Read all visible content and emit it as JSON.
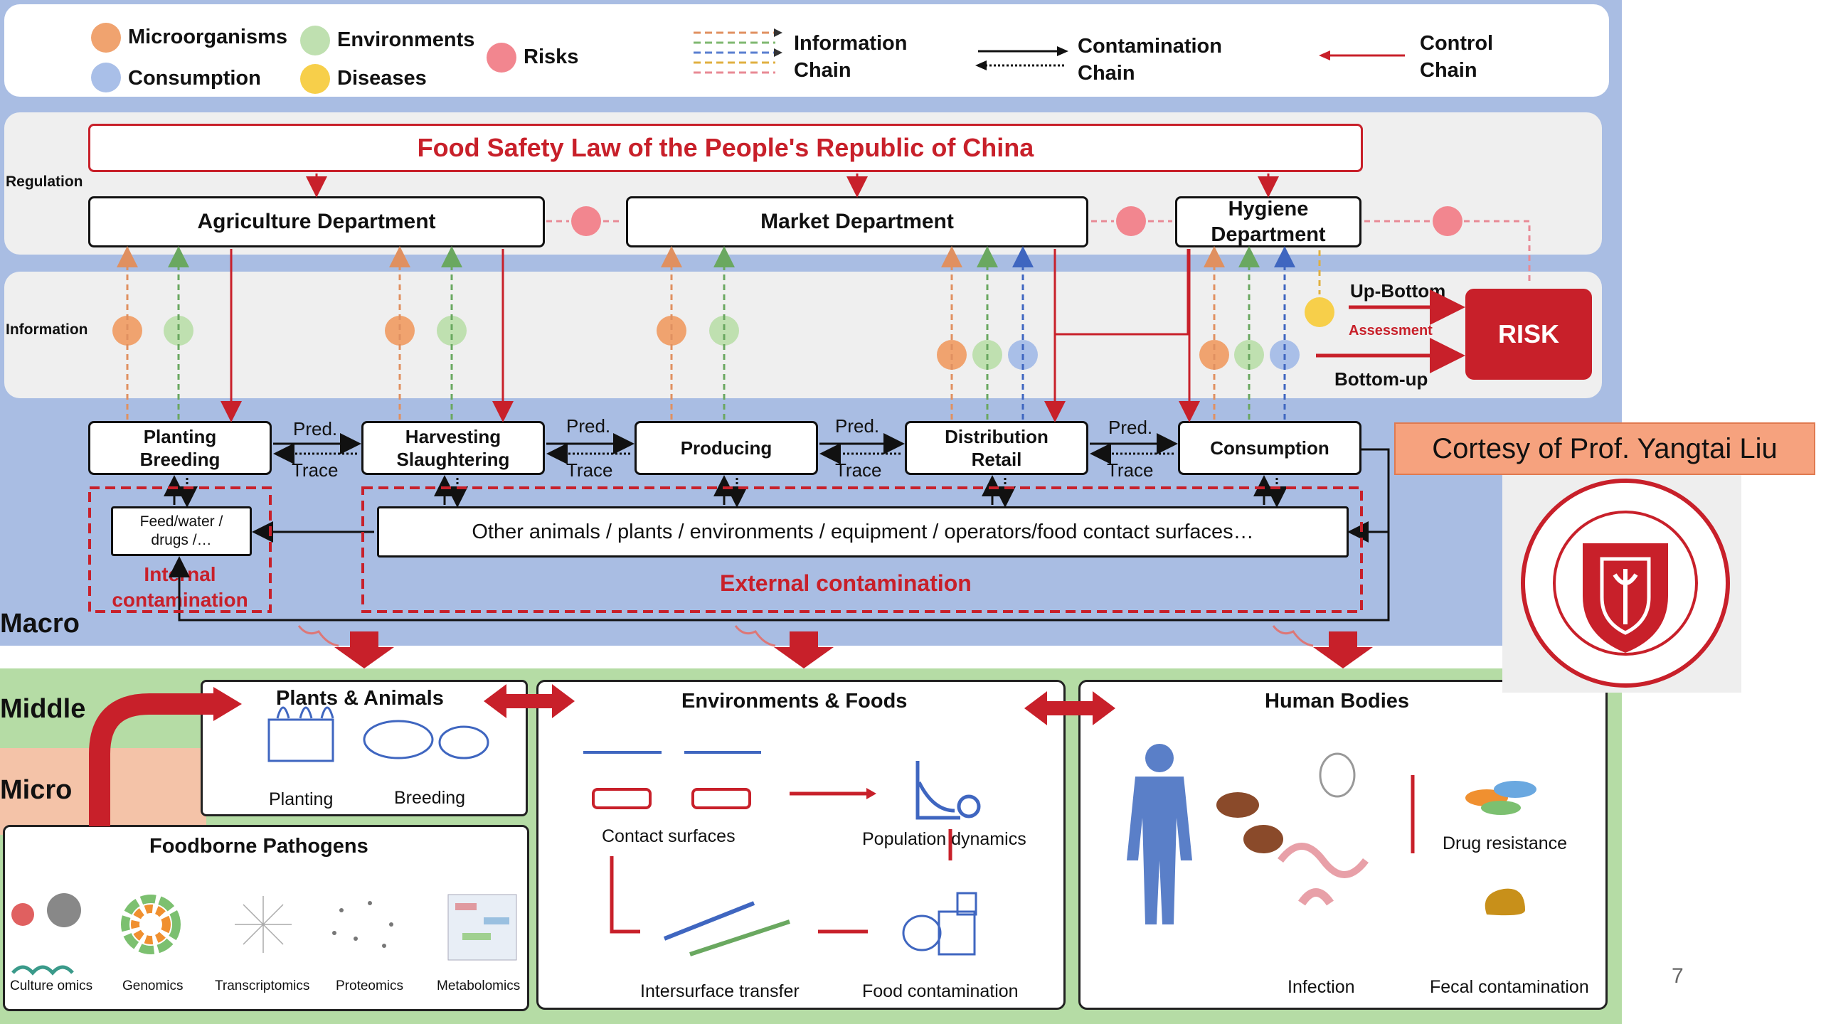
{
  "legend": {
    "microorganisms": "Microorganisms",
    "environments": "Environments",
    "risks": "Risks",
    "consumption": "Consumption",
    "diseases": "Diseases",
    "information_chain": "Information\nChain",
    "contamination_chain": "Contamination\nChain",
    "control_chain": "Control\nChain"
  },
  "colors": {
    "microorganisms": "#f0a36f",
    "environments": "#bfe0b0",
    "risks": "#f2868f",
    "consumption": "#a9bfe8",
    "diseases": "#f7cf4a",
    "red": "#c8202a",
    "blue_bg": "#a9bde3",
    "green_bg": "#b5dca5",
    "salmon_bg": "#f4c3a8",
    "grey_panel": "#efefef"
  },
  "macro": {
    "law_title": "Food Safety Law of the People's Republic of China",
    "regulation_label": "Regulation",
    "information_label": "Information",
    "macro_label": "Macro",
    "departments": [
      "Agriculture Department",
      "Market Department",
      "Hygiene\nDepartment"
    ],
    "risk_label": "RISK",
    "up_bottom": "Up-Bottom",
    "assessment": "Assessment",
    "bottom_up": "Bottom-up",
    "stages": [
      "Planting\nBreeding",
      "Harvesting\nSlaughtering",
      "Producing",
      "Distribution\nRetail",
      "Consumption"
    ],
    "pred": "Pred.",
    "trace": "Trace",
    "feed_box": "Feed/water /\ndrugs /…",
    "other_box": "Other animals / plants / environments / equipment / operators/food contact surfaces…",
    "internal_contamination": "Internal\ncontamination",
    "external_contamination": "External contamination"
  },
  "middle": {
    "middle_label": "Middle",
    "micro_label": "Micro",
    "plants_animals": {
      "title": "Plants & Animals",
      "planting": "Planting",
      "breeding": "Breeding"
    },
    "env_foods": {
      "title": "Environments & Foods",
      "contact_surfaces": "Contact surfaces",
      "population_dynamics": "Population dynamics",
      "intersurface_transfer": "Intersurface transfer",
      "food_contamination": "Food contamination"
    },
    "human_bodies": {
      "title": "Human Bodies",
      "drug_resistance": "Drug resistance",
      "infection": "Infection",
      "fecal_contamination": "Fecal contamination"
    },
    "pathogens": {
      "title": "Foodborne Pathogens",
      "items": [
        "Culture omics",
        "Genomics",
        "Transcriptomics",
        "Proteomics",
        "Metabolomics"
      ]
    }
  },
  "courtesy": "Cortesy of Prof. Yangtai Liu",
  "page_number": "7"
}
